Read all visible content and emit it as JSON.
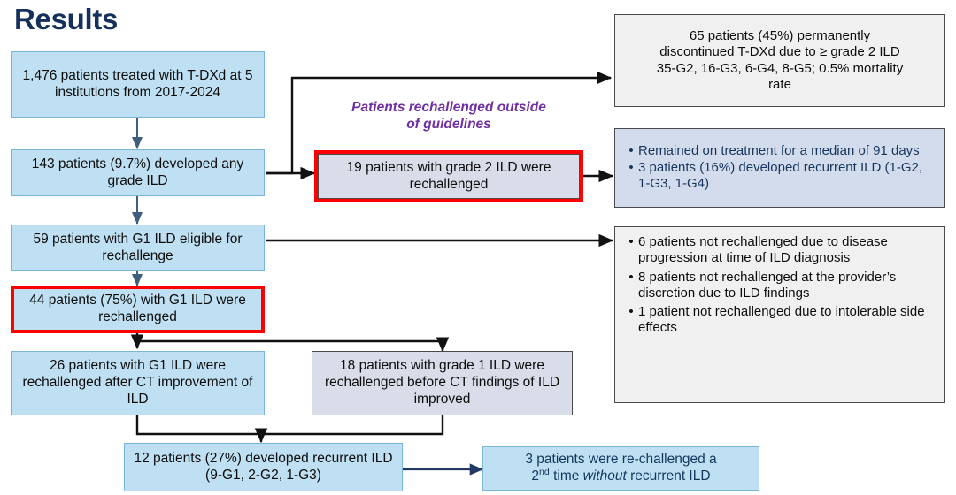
{
  "page": {
    "title": "Results",
    "title_color": "#15305c",
    "background": "#ffffff",
    "accent_highlight_color": "#ff0000",
    "caption_color": "#7030a0",
    "blue_box_fill": "#bfe0f2",
    "lavender_box_fill": "#d9dde9",
    "grey_box_fill": "#f0f0f0",
    "bluegrey_box_fill": "#d3dced"
  },
  "caption": {
    "line1": "Patients rechallenged outside",
    "line2": "of guidelines"
  },
  "nodes": {
    "cohort": {
      "text": "1,476 patients treated with T-DXd at 5 institutions from 2017-2024"
    },
    "any_grade_ild": {
      "text": "143 patients (9.7%) developed any grade ILD"
    },
    "g1_eligible": {
      "text": "59 patients with G1 ILD eligible for rechallenge"
    },
    "g1_rechallenged": {
      "text": "44 patients (75%) with G1 ILD were rechallenged"
    },
    "g2_rechallenged": {
      "text": "19 patients with grade 2 ILD were rechallenged"
    },
    "discontinued": {
      "line1": "65 patients (45%) permanently",
      "line2": "discontinued T-DXd due to ≥ grade 2 ILD",
      "line3": "35-G2, 16-G3, 6-G4, 8-G5; 0.5% mortality",
      "line4": "rate"
    },
    "g2_outcomes": {
      "bullets": [
        "Remained on treatment for a median of 91 days",
        "3 patients (16%) developed recurrent ILD (1-G2, 1-G3, 1-G4)"
      ]
    },
    "not_rechallenged": {
      "bullets": [
        "6 patients not rechallenged due to disease progression at time of ILD diagnosis",
        "8 patients not rechallenged at the provider’s discretion due to ILD findings",
        "1 patient not rechallenged due to intolerable side effects"
      ]
    },
    "after_ct": {
      "text": "26 patients with G1 ILD were rechallenged after CT improvement of ILD"
    },
    "before_ct": {
      "text": "18 patients with grade 1 ILD were rechallenged before CT findings of ILD improved"
    },
    "recurrent": {
      "text": "12 patients (27%) developed recurrent ILD (9-G1, 2-G2, 1-G3)"
    },
    "second_rechallenge": {
      "line1": "3 patients were re-challenged a",
      "line2_pre": "2",
      "line2_sup": "nd",
      "line2_mid": " time ",
      "line2_em": "without",
      "line2_post": " recurrent ILD"
    }
  }
}
